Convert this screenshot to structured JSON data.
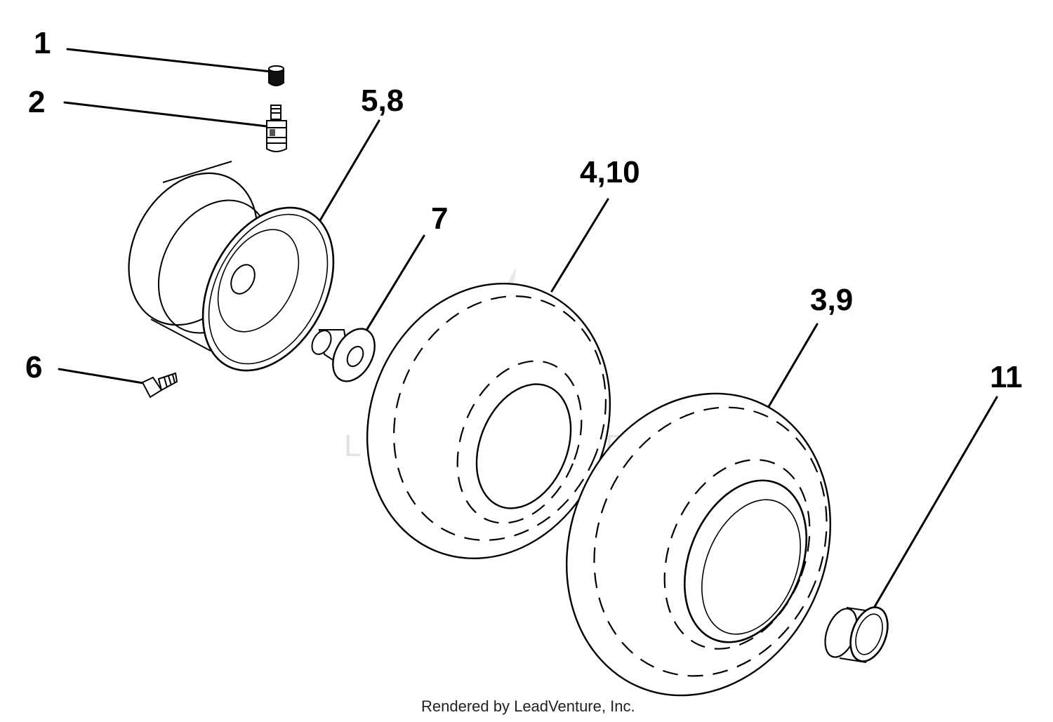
{
  "diagram": {
    "callouts": {
      "c1": "1",
      "c2": "2",
      "c58": "5,8",
      "c7": "7",
      "c410": "4,10",
      "c39": "3,9",
      "c11": "11",
      "c6": "6"
    },
    "watermark": "LEADVENTURE",
    "footer": "Rendered by LeadVenture, Inc."
  }
}
